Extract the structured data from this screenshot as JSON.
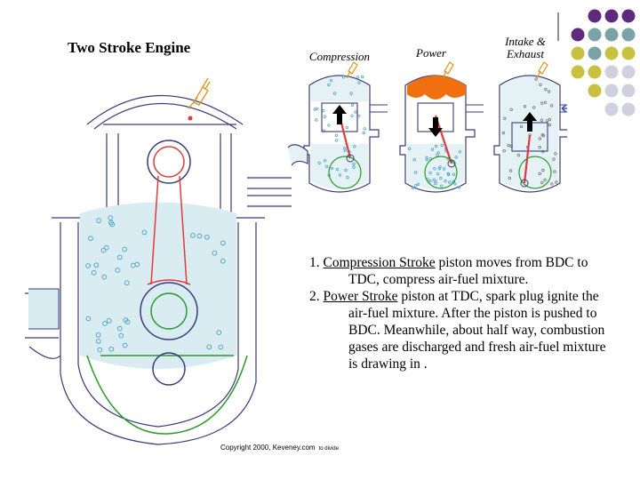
{
  "slide": {
    "title": "Two Stroke Engine",
    "stages": [
      {
        "label": "Compression"
      },
      {
        "label": "Power"
      },
      {
        "label_line1": "Intake &",
        "label_line2": "Exhaust"
      }
    ],
    "notes": [
      {
        "number": "1.",
        "term": "Compression Stroke",
        "text": "piston moves from BDC to TDC, compress air-fuel mixture."
      },
      {
        "number": "2.",
        "term": "Power Stroke",
        "text": "piston at TDC, spark plug ignite the air-fuel mixture. After the piston is pushed to BDC. Meanwhile, about half way, combustion gases are discharged and fresh air-fuel mixture is drawing in ."
      }
    ],
    "copyright": "Copyright 2000, Keveney.com",
    "copyright_small": "to divide"
  },
  "colors": {
    "engine_outline": "#3a3a7a",
    "mixture_dots": "#58a6c8",
    "connecting_rod": "#e03a3a",
    "crank": "#2a9a2a",
    "spark_plug": "#e0901a",
    "combustion": "#f07010",
    "arrow": "#000000",
    "deco_purple": "#5e2a7e",
    "deco_teal": "#7aa3a8",
    "deco_olive": "#c8c040",
    "deco_gray": "#d0d0de"
  }
}
